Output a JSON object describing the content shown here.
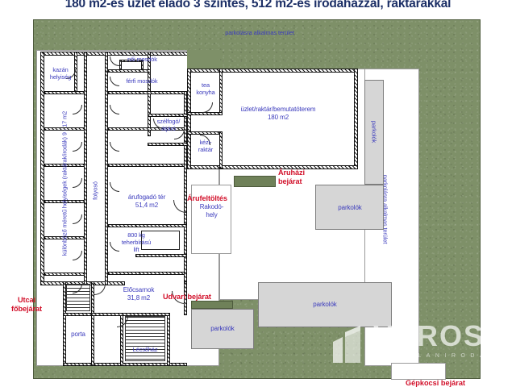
{
  "title": "180 m2-es üzlet eladó 3 szintes, 512 m2-es irodaházzal, raktárakkal",
  "site": {
    "top_area_label": "parkolásra alkalmas terület",
    "right_area_label": "parkolásra alkalmas terület"
  },
  "rooms": {
    "boiler": "kazán\nhelyiség",
    "offices_vertical": "különböző méretű helyiségek (raktárak/irodák) 9 - 17 m2",
    "corridor": "folyosó",
    "womens_wc": "női  mosdók",
    "mens_wc": "férfi mosdók",
    "vestibule": "szélfogó/\nátjáró",
    "tea_kitchen": "tea\nkonyha",
    "hand_store": "kézi-\nraktár",
    "showroom": "üzlet/raktár/bemutatóterem\n180 m2",
    "goods_area": "árufogadó tér\n51,4 m2",
    "lift": "800 kg\nteherbírású\nlift",
    "loading_bay": "Rakodó-\nhely",
    "lobby": "Előcsarnok\n31,8 m2",
    "porter": "porta",
    "stairwell": "Lécsőház"
  },
  "entrances": {
    "goods_loading": "Árufeltöltés",
    "store_entrance": "Áruházi\nbejárat",
    "street_main": "Utcai\nfőbejárat",
    "yard_entrance": "Udvari bejárat",
    "car_entrance": "Gépkocsi bejárat"
  },
  "parking": {
    "label": "parkolók",
    "blocks": [
      "parkolók",
      "parkolók",
      "parkolók",
      "parkolók"
    ]
  },
  "watermark": {
    "brand": "VÁROS",
    "subtitle": "INGATLANIRODA",
    "logo_icon": "building-icon"
  },
  "colors": {
    "grass": "#7e9068",
    "label_blue": "#3b3bbd",
    "accent_red": "#d2102a",
    "parking_gray": "#d6d6d6",
    "title_blue": "#1c2f66"
  }
}
